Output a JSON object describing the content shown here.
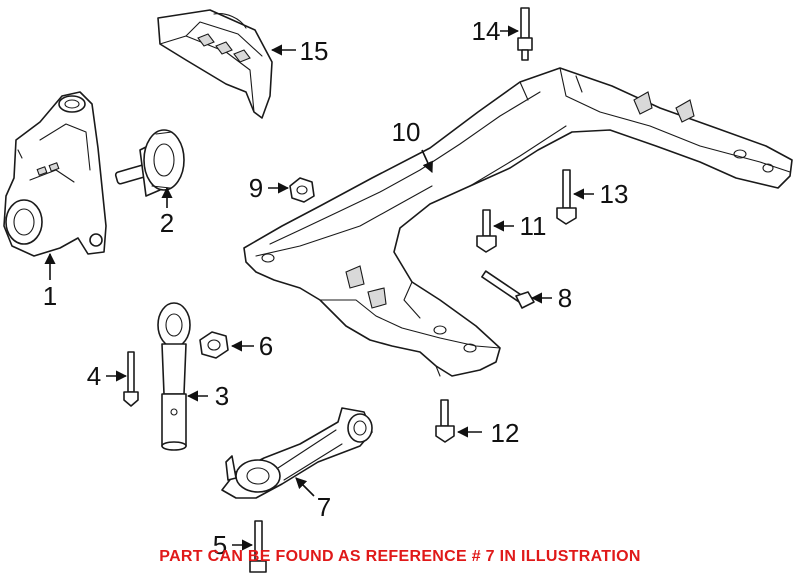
{
  "callouts": [
    {
      "id": "1",
      "text": "1"
    },
    {
      "id": "2",
      "text": "2"
    },
    {
      "id": "3",
      "text": "3"
    },
    {
      "id": "4",
      "text": "4"
    },
    {
      "id": "5",
      "text": "5"
    },
    {
      "id": "6",
      "text": "6"
    },
    {
      "id": "7",
      "text": "7"
    },
    {
      "id": "8",
      "text": "8"
    },
    {
      "id": "9",
      "text": "9"
    },
    {
      "id": "10",
      "text": "10"
    },
    {
      "id": "11",
      "text": "11"
    },
    {
      "id": "12",
      "text": "12"
    },
    {
      "id": "13",
      "text": "13"
    },
    {
      "id": "14",
      "text": "14"
    },
    {
      "id": "15",
      "text": "15"
    }
  ],
  "note": {
    "text": "PART CAN BE FOUND AS REFERENCE # 7 IN ILLUSTRATION",
    "color": "#e01919"
  }
}
